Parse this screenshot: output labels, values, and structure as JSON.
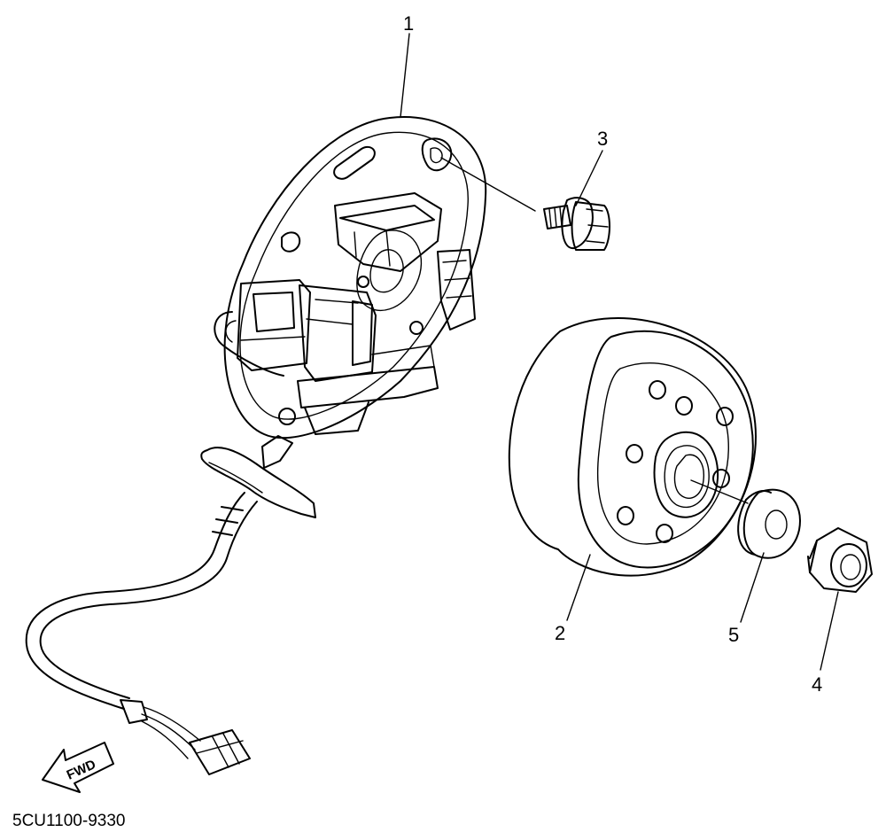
{
  "callouts": [
    {
      "id": "1",
      "part": "stator-assembly"
    },
    {
      "id": "2",
      "part": "rotor-flywheel"
    },
    {
      "id": "3",
      "part": "bolt"
    },
    {
      "id": "4",
      "part": "nut"
    },
    {
      "id": "5",
      "part": "washer"
    }
  ],
  "direction_label": "FWD",
  "diagram_code": "5CU1100-9330"
}
